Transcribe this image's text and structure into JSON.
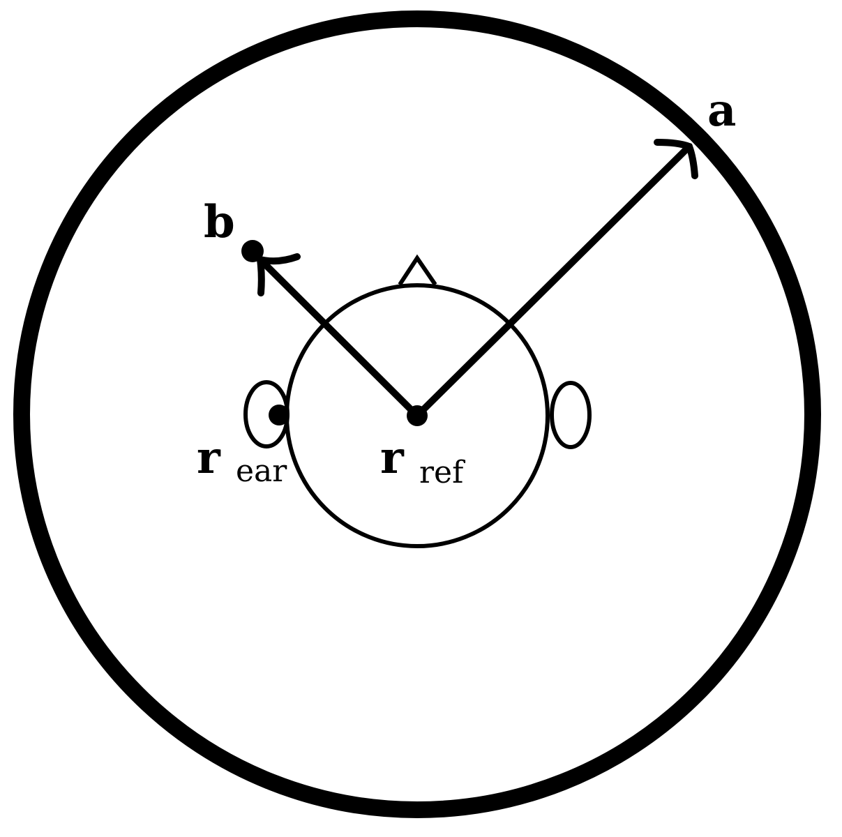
{
  "labels": {
    "outer_sphere": "a",
    "point_b": "b",
    "ear_main": "r",
    "ear_sub": "ear",
    "ref_main": "r",
    "ref_sub": "ref"
  },
  "colors": {
    "stroke": "#000000",
    "background": "#ffffff"
  }
}
